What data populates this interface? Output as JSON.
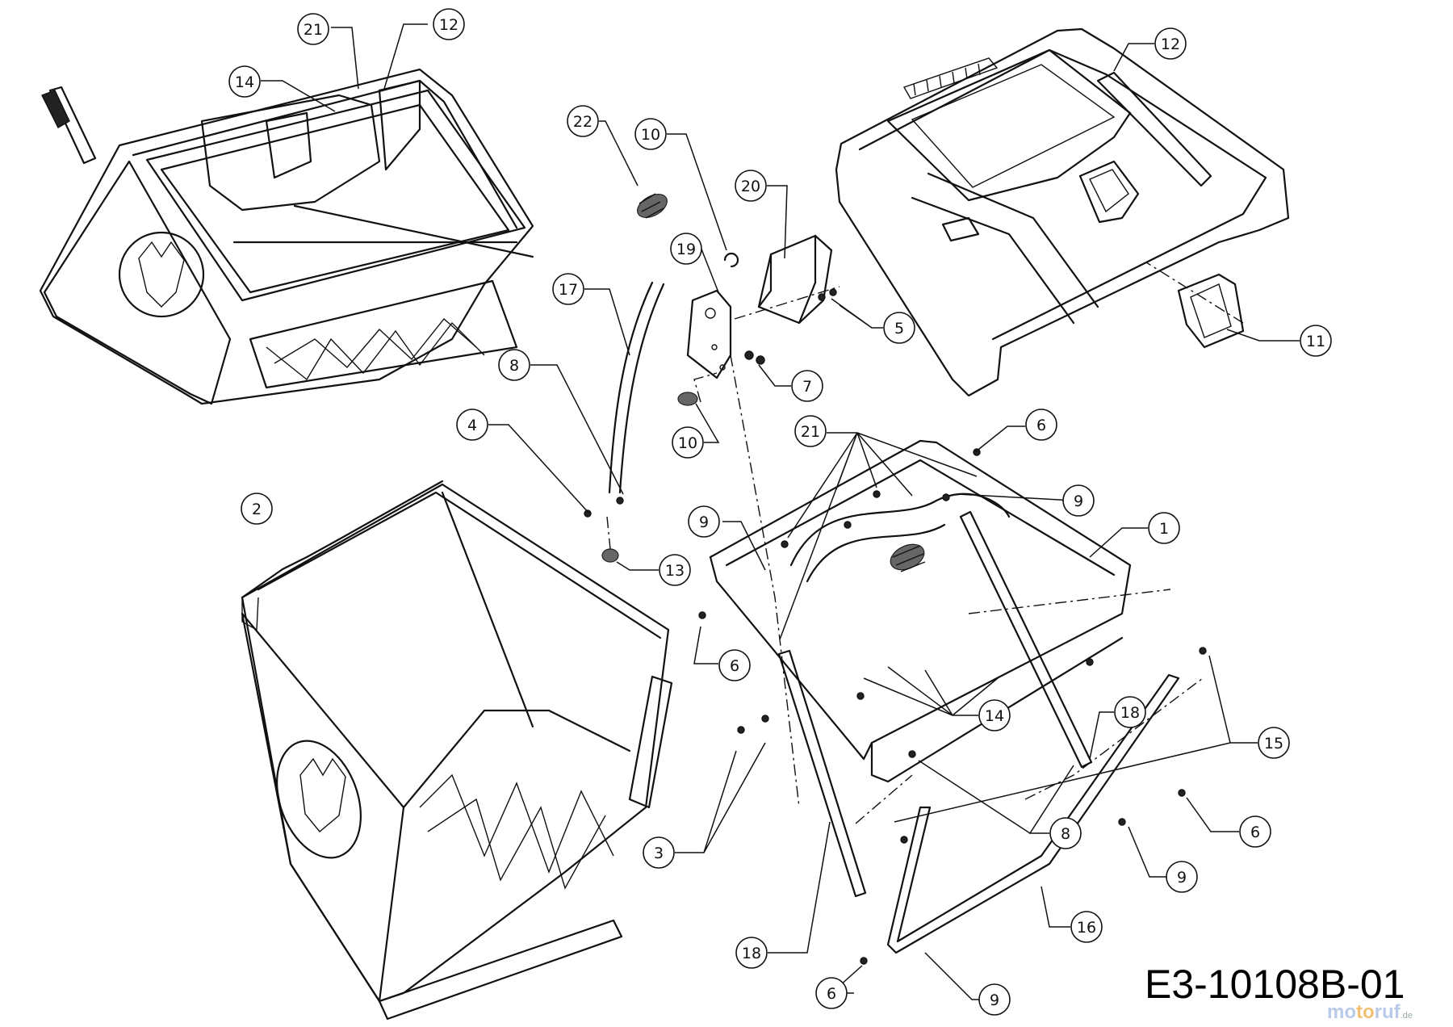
{
  "drawing_code": "E3-10108B-01",
  "watermark": {
    "part1": "mo",
    "part2": "to",
    "part3": "ruf",
    "tld": ".de"
  },
  "callouts": [
    {
      "id": "c-21-top",
      "label": "21"
    },
    {
      "id": "c-12-topleft",
      "label": "12"
    },
    {
      "id": "c-14-topleft",
      "label": "14"
    },
    {
      "id": "c-22",
      "label": "22"
    },
    {
      "id": "c-10-top",
      "label": "10"
    },
    {
      "id": "c-20",
      "label": "20"
    },
    {
      "id": "c-19",
      "label": "19"
    },
    {
      "id": "c-17",
      "label": "17"
    },
    {
      "id": "c-12-topright",
      "label": "12"
    },
    {
      "id": "c-5",
      "label": "5"
    },
    {
      "id": "c-11",
      "label": "11"
    },
    {
      "id": "c-7",
      "label": "7"
    },
    {
      "id": "c-8-left",
      "label": "8"
    },
    {
      "id": "c-4",
      "label": "4"
    },
    {
      "id": "c-10-mid",
      "label": "10"
    },
    {
      "id": "c-21-mid",
      "label": "21"
    },
    {
      "id": "c-6-top",
      "label": "6"
    },
    {
      "id": "c-9-right",
      "label": "9"
    },
    {
      "id": "c-2",
      "label": "2"
    },
    {
      "id": "c-9-left",
      "label": "9"
    },
    {
      "id": "c-1",
      "label": "1"
    },
    {
      "id": "c-13",
      "label": "13"
    },
    {
      "id": "c-6-mid",
      "label": "6"
    },
    {
      "id": "c-14-mid",
      "label": "14"
    },
    {
      "id": "c-18-right",
      "label": "18"
    },
    {
      "id": "c-15",
      "label": "15"
    },
    {
      "id": "c-3",
      "label": "3"
    },
    {
      "id": "c-8-right",
      "label": "8"
    },
    {
      "id": "c-6-right",
      "label": "6"
    },
    {
      "id": "c-9-lowright",
      "label": "9"
    },
    {
      "id": "c-16",
      "label": "16"
    },
    {
      "id": "c-18-bottom",
      "label": "18"
    },
    {
      "id": "c-6-bottom",
      "label": "6"
    },
    {
      "id": "c-9-bottom",
      "label": "9"
    }
  ]
}
